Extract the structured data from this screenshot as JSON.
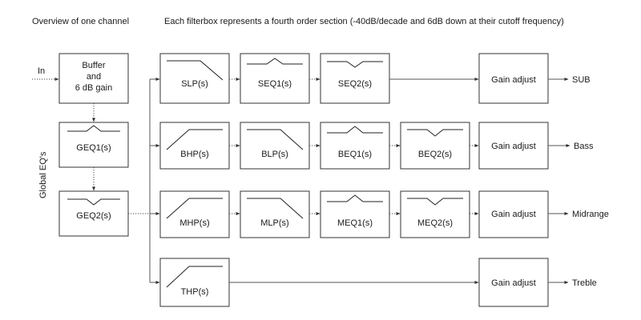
{
  "header": {
    "left": "Overview of one channel",
    "right": "Each filterbox represents a fourth order section (-40dB/decade and 6dB down at their cutoff frequency)"
  },
  "input_label": "In",
  "side_label": "Global EQ's",
  "buffer": {
    "line1": "Buffer",
    "line2": "and",
    "line3": "6 dB gain"
  },
  "global_eq": [
    "GEQ1(s)",
    "GEQ2(s)"
  ],
  "rows": [
    {
      "name": "sub",
      "filters": [
        "SLP(s)",
        "SEQ1(s)",
        "SEQ2(s)"
      ],
      "gain": "Gain adjust",
      "output": "SUB"
    },
    {
      "name": "bass",
      "filters": [
        "BHP(s)",
        "BLP(s)",
        "BEQ1(s)",
        "BEQ2(s)"
      ],
      "gain": "Gain adjust",
      "output": "Bass"
    },
    {
      "name": "midrange",
      "filters": [
        "MHP(s)",
        "MLP(s)",
        "MEQ1(s)",
        "MEQ2(s)"
      ],
      "gain": "Gain adjust",
      "output": "Midrange"
    },
    {
      "name": "treble",
      "filters": [
        "THP(s)"
      ],
      "gain": "Gain adjust",
      "output": "Treble"
    }
  ],
  "icons": {
    "lowpass": "lowpass-response-icon",
    "highpass": "highpass-response-icon",
    "peak": "peak-eq-response-icon",
    "notch": "notch-eq-response-icon"
  }
}
